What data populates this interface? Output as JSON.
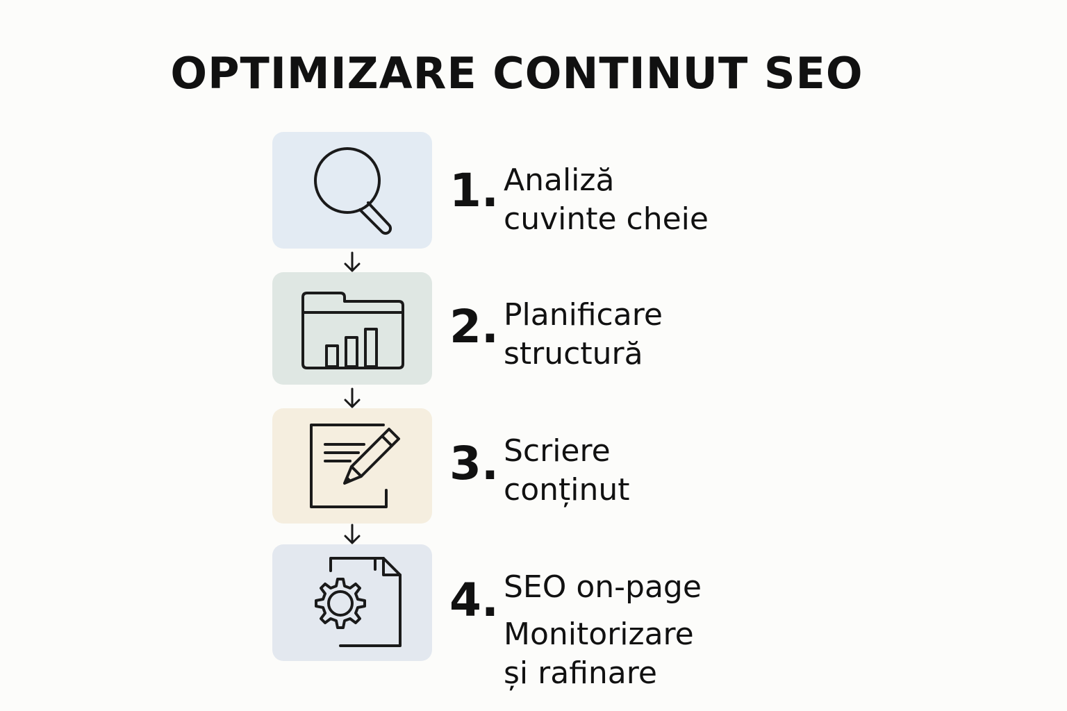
{
  "title": "OPTIMIZARE CONTINUT SEO",
  "colors": {
    "box_1": "#e3ebf3",
    "box_2": "#dfe7e3",
    "box_3": "#f5eedf",
    "box_4": "#e3e8ef",
    "stroke": "#1a1a1a"
  },
  "steps": [
    {
      "number": "1.",
      "icon": "magnifier-icon",
      "lines": [
        "Analiză",
        "cuvinte cheie"
      ]
    },
    {
      "number": "2.",
      "icon": "folder-chart-icon",
      "lines": [
        "Planificare",
        "structură"
      ]
    },
    {
      "number": "3.",
      "icon": "document-pencil-icon",
      "lines": [
        "Scriere",
        "conținut"
      ]
    },
    {
      "number": "4.",
      "icon": "gear-document-icon",
      "lines": [
        "SEO on-page",
        "Monitorizare",
        "și rafinare"
      ]
    }
  ]
}
